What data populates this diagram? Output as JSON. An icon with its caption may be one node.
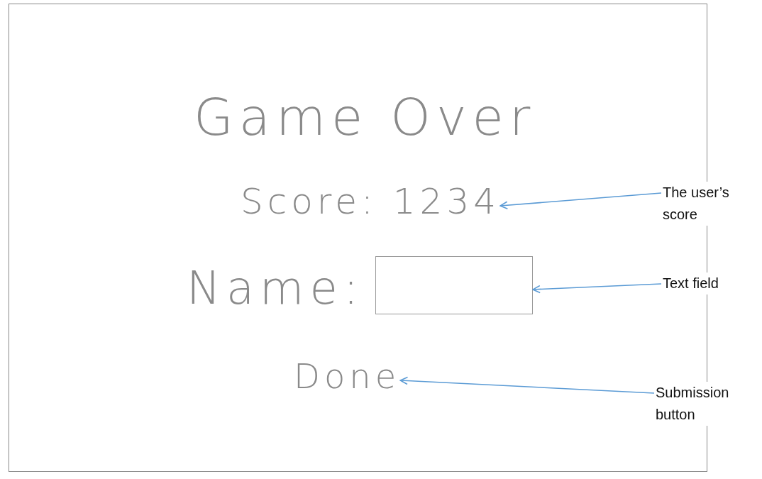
{
  "diagram": {
    "nodes": [
      {
        "text": [],
        "shape": "box"
      },
      {
        "text": [
          "Score: 1234"
        ],
        "in": 0
      },
      {
        "text": [],
        "shape": "box",
        "in": 0,
        "beside": [
          "Name:"
        ]
      },
      {
        "text": [
          "Done"
        ],
        "in": 0
      },
      {
        "text": [
          "The user’s score"
        ]
      },
      {
        "text": [
          "Text field"
        ]
      },
      {
        "text": [
          "Submission button"
        ]
      }
    ],
    "edges": [
      {
        "from": 4,
        "to": 1,
        "arrow": "to"
      },
      {
        "from": 5,
        "to": 2,
        "arrow": "to"
      },
      {
        "from": 6,
        "to": 3,
        "arrow": "to"
      }
    ],
    "labels": [
      "Game Over"
    ]
  }
}
